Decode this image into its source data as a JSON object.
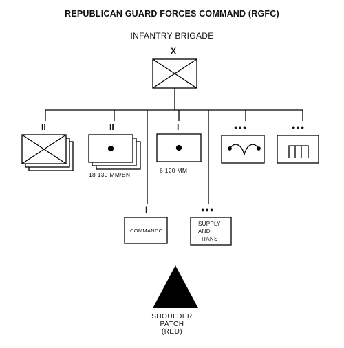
{
  "header": {
    "title": "REPUBLICAN GUARD FORCES COMMAND (RGFC)",
    "subtitle": "INFANTRY BRIGADE"
  },
  "hq": {
    "echelon": "X"
  },
  "row1": {
    "infantry_bn": {
      "echelon": "II"
    },
    "artillery_bn": {
      "echelon": "II",
      "caption": "18 130 MM/BN"
    },
    "mortar_co": {
      "echelon": "I",
      "caption": "6 120 MM"
    },
    "engineer_plt": {
      "echelon": "●●●"
    },
    "signal_plt": {
      "echelon": "●●●"
    }
  },
  "row2": {
    "commando_co": {
      "echelon": "I",
      "label": "COMMANDO"
    },
    "supply_plt": {
      "echelon": "●●●",
      "label_lines": [
        "SUPPLY",
        "AND",
        "TRANS"
      ]
    }
  },
  "patch": {
    "label_lines": [
      "SHOULDER",
      "PATCH",
      "(RED)"
    ],
    "color": "#000000"
  }
}
